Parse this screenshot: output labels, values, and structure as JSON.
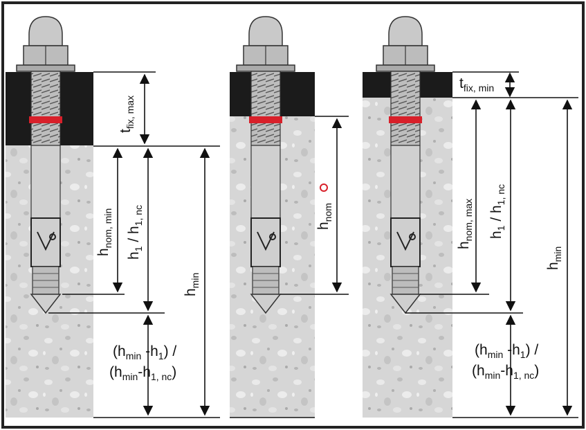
{
  "colors": {
    "concrete": "#d4d4d4",
    "fixture": "#1b1b1b",
    "anchor_body": "#cfcfcf",
    "marking": "#d8202a",
    "lines": "#111111",
    "frame": "#222222"
  },
  "panels": [
    {
      "name": "left",
      "labels": {
        "tfix": {
          "main": "t",
          "sub": "fix, max"
        },
        "hnom": {
          "main": "h",
          "sub": "nom, min"
        },
        "h1": {
          "a": "h",
          "a_sub": "1",
          "mid": " / h",
          "b_sub": "1, nc"
        },
        "hmin": {
          "main": "h",
          "sub": "min"
        },
        "diff_line1": {
          "p1": "(h",
          "s1": "min",
          "p2": " -h",
          "s2": "1",
          "p3": ") /"
        },
        "diff_line2": {
          "p1": "(h",
          "s1": "min",
          "p2": "-h",
          "s2": "1, nc",
          "p3": ")"
        }
      }
    },
    {
      "name": "middle",
      "labels": {
        "hnom": {
          "main": "h",
          "sub": "nom"
        }
      }
    },
    {
      "name": "right",
      "labels": {
        "tfix": {
          "main": "t",
          "sub": "fix, min"
        },
        "hnom": {
          "main": "h",
          "sub": "nom, max"
        },
        "h1": {
          "a": "h",
          "a_sub": "1",
          "mid": " / h",
          "b_sub": "1, nc"
        },
        "hmin": {
          "main": "h",
          "sub": "min"
        },
        "diff_line1": {
          "p1": "(h",
          "s1": "min",
          "p2": " -h",
          "s2": "1",
          "p3": ") /"
        },
        "diff_line2": {
          "p1": "(h",
          "s1": "min",
          "p2": "-h",
          "s2": "1, nc",
          "p3": ")"
        }
      }
    }
  ]
}
